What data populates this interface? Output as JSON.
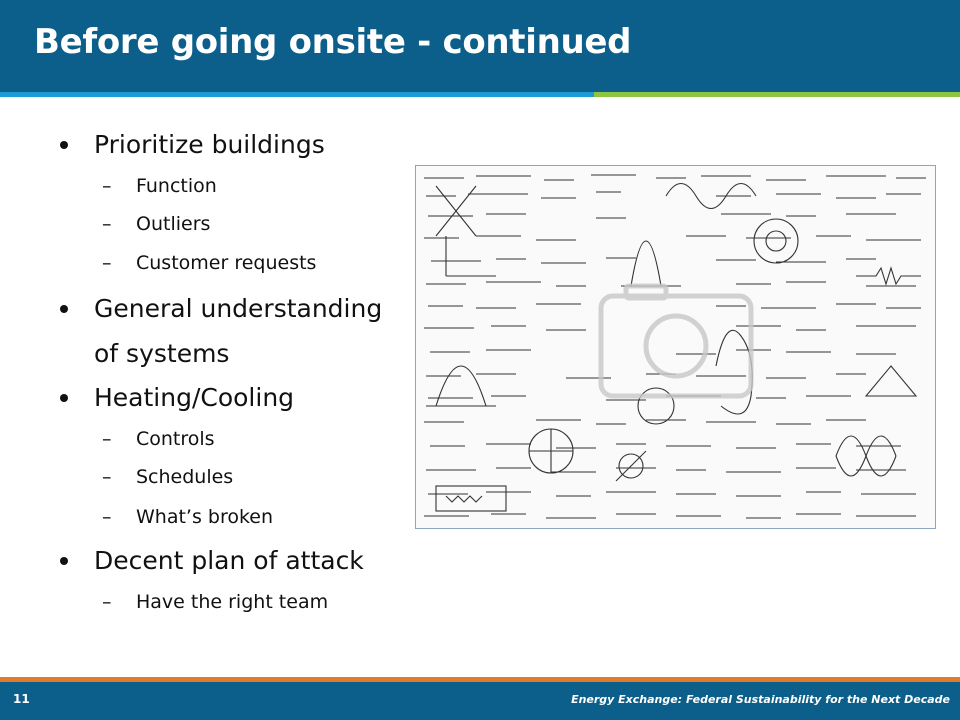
{
  "slide": {
    "title": "Before going onsite - continued",
    "page_number": "11",
    "footer": "Energy Exchange: Federal Sustainability for the Next Decade"
  },
  "bullets": [
    {
      "level": 1,
      "text": "Prioritize buildings"
    },
    {
      "level": 2,
      "text": "Function"
    },
    {
      "level": 2,
      "text": "Outliers"
    },
    {
      "level": 2,
      "text": "Customer requests"
    },
    {
      "level": 1,
      "text": "General understanding"
    },
    {
      "level": 0,
      "text": "of systems"
    },
    {
      "level": 1,
      "text": "Heating/Cooling"
    },
    {
      "level": 2,
      "text": "Controls"
    },
    {
      "level": 2,
      "text": "Schedules"
    },
    {
      "level": 2,
      "text": "What’s broken"
    },
    {
      "level": 1,
      "text": "Decent plan of attack"
    },
    {
      "level": 2,
      "text": "Have the right team"
    }
  ],
  "image": {
    "subject": "hand-drawn-equations-and-diagrams"
  },
  "colors": {
    "header": "#0b5f8a",
    "stripe_blue": "#1e9ad6",
    "stripe_green": "#8cc641",
    "footer_orange": "#e07a2c"
  }
}
